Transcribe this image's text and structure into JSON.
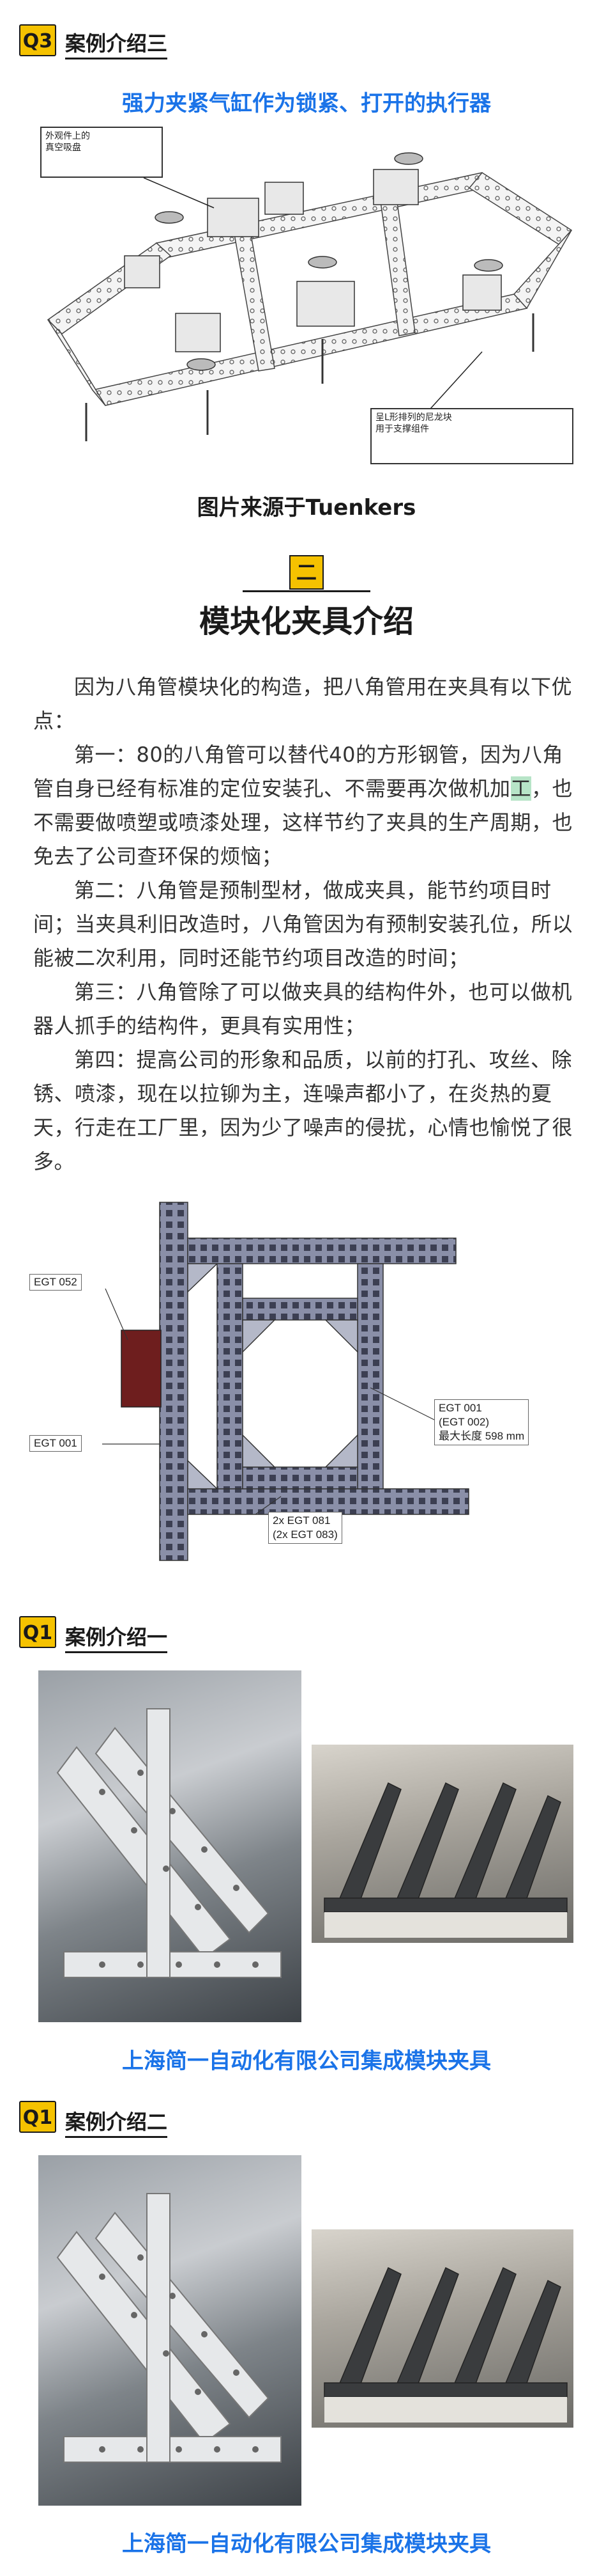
{
  "case3": {
    "badge": "Q3",
    "title": "案例介绍三",
    "subtitle": "强力夹紧气缸作为锁紧、打开的执行器",
    "callout_top": "外观件上的\n真空吸盘",
    "callout_bottom": "呈L形排列的尼龙块\n用于支撑组件",
    "source": "图片来源于Tuenkers"
  },
  "section": {
    "number": "二",
    "title": "模块化夹具介绍"
  },
  "body": {
    "intro": "因为八角管模块化的构造，把八角管用在夹具有以下优点：",
    "p1_a": "第一：80的八角管可以替代40的方形钢管，因为八角管自身已经有标准的定位安装孔、不需要再次做机加",
    "p1_hl": "工",
    "p1_b": "，也不需要做喷塑或喷漆处理，这样节约了夹具的生产周期，也免去了公司查环保的烦恼；",
    "p2": "第二：八角管是预制型材，做成夹具，能节约项目时间；当夹具利旧改造时，八角管因为有预制安装孔位，所以能被二次利用，同时还能节约项目改造的时间；",
    "p3": "第三：八角管除了可以做夹具的结构件外，也可以做机器人抓手的结构件，更具有实用性；",
    "p4": "第四：提高公司的形象和品质，以前的打孔、攻丝、除锈、喷漆，现在以拉铆为主，连噪声都小了，在炎热的夏天，行走在工厂里，因为少了噪声的侵扰，心情也愉悦了很多。"
  },
  "diagram": {
    "label_egt052": "EGT 052",
    "label_egt001_left": "EGT 001",
    "label_egt001_right_1": "EGT 001",
    "label_egt001_right_2": "(EGT 002)",
    "label_egt001_right_3": "最大长度 598 mm",
    "label_egt081_1": "2x EGT 081",
    "label_egt081_2": "(2x EGT 083)"
  },
  "case1": {
    "badge": "Q1",
    "title": "案例介绍一",
    "caption": "上海简一自动化有限公司集成模块夹具"
  },
  "case2": {
    "badge": "Q1",
    "title": "案例介绍二",
    "caption": "上海简一自动化有限公司集成模块夹具"
  },
  "colors": {
    "badge_yellow": "#f5c200",
    "caption_blue": "#1a73e8",
    "highlight_green": "#b7e4c7"
  }
}
